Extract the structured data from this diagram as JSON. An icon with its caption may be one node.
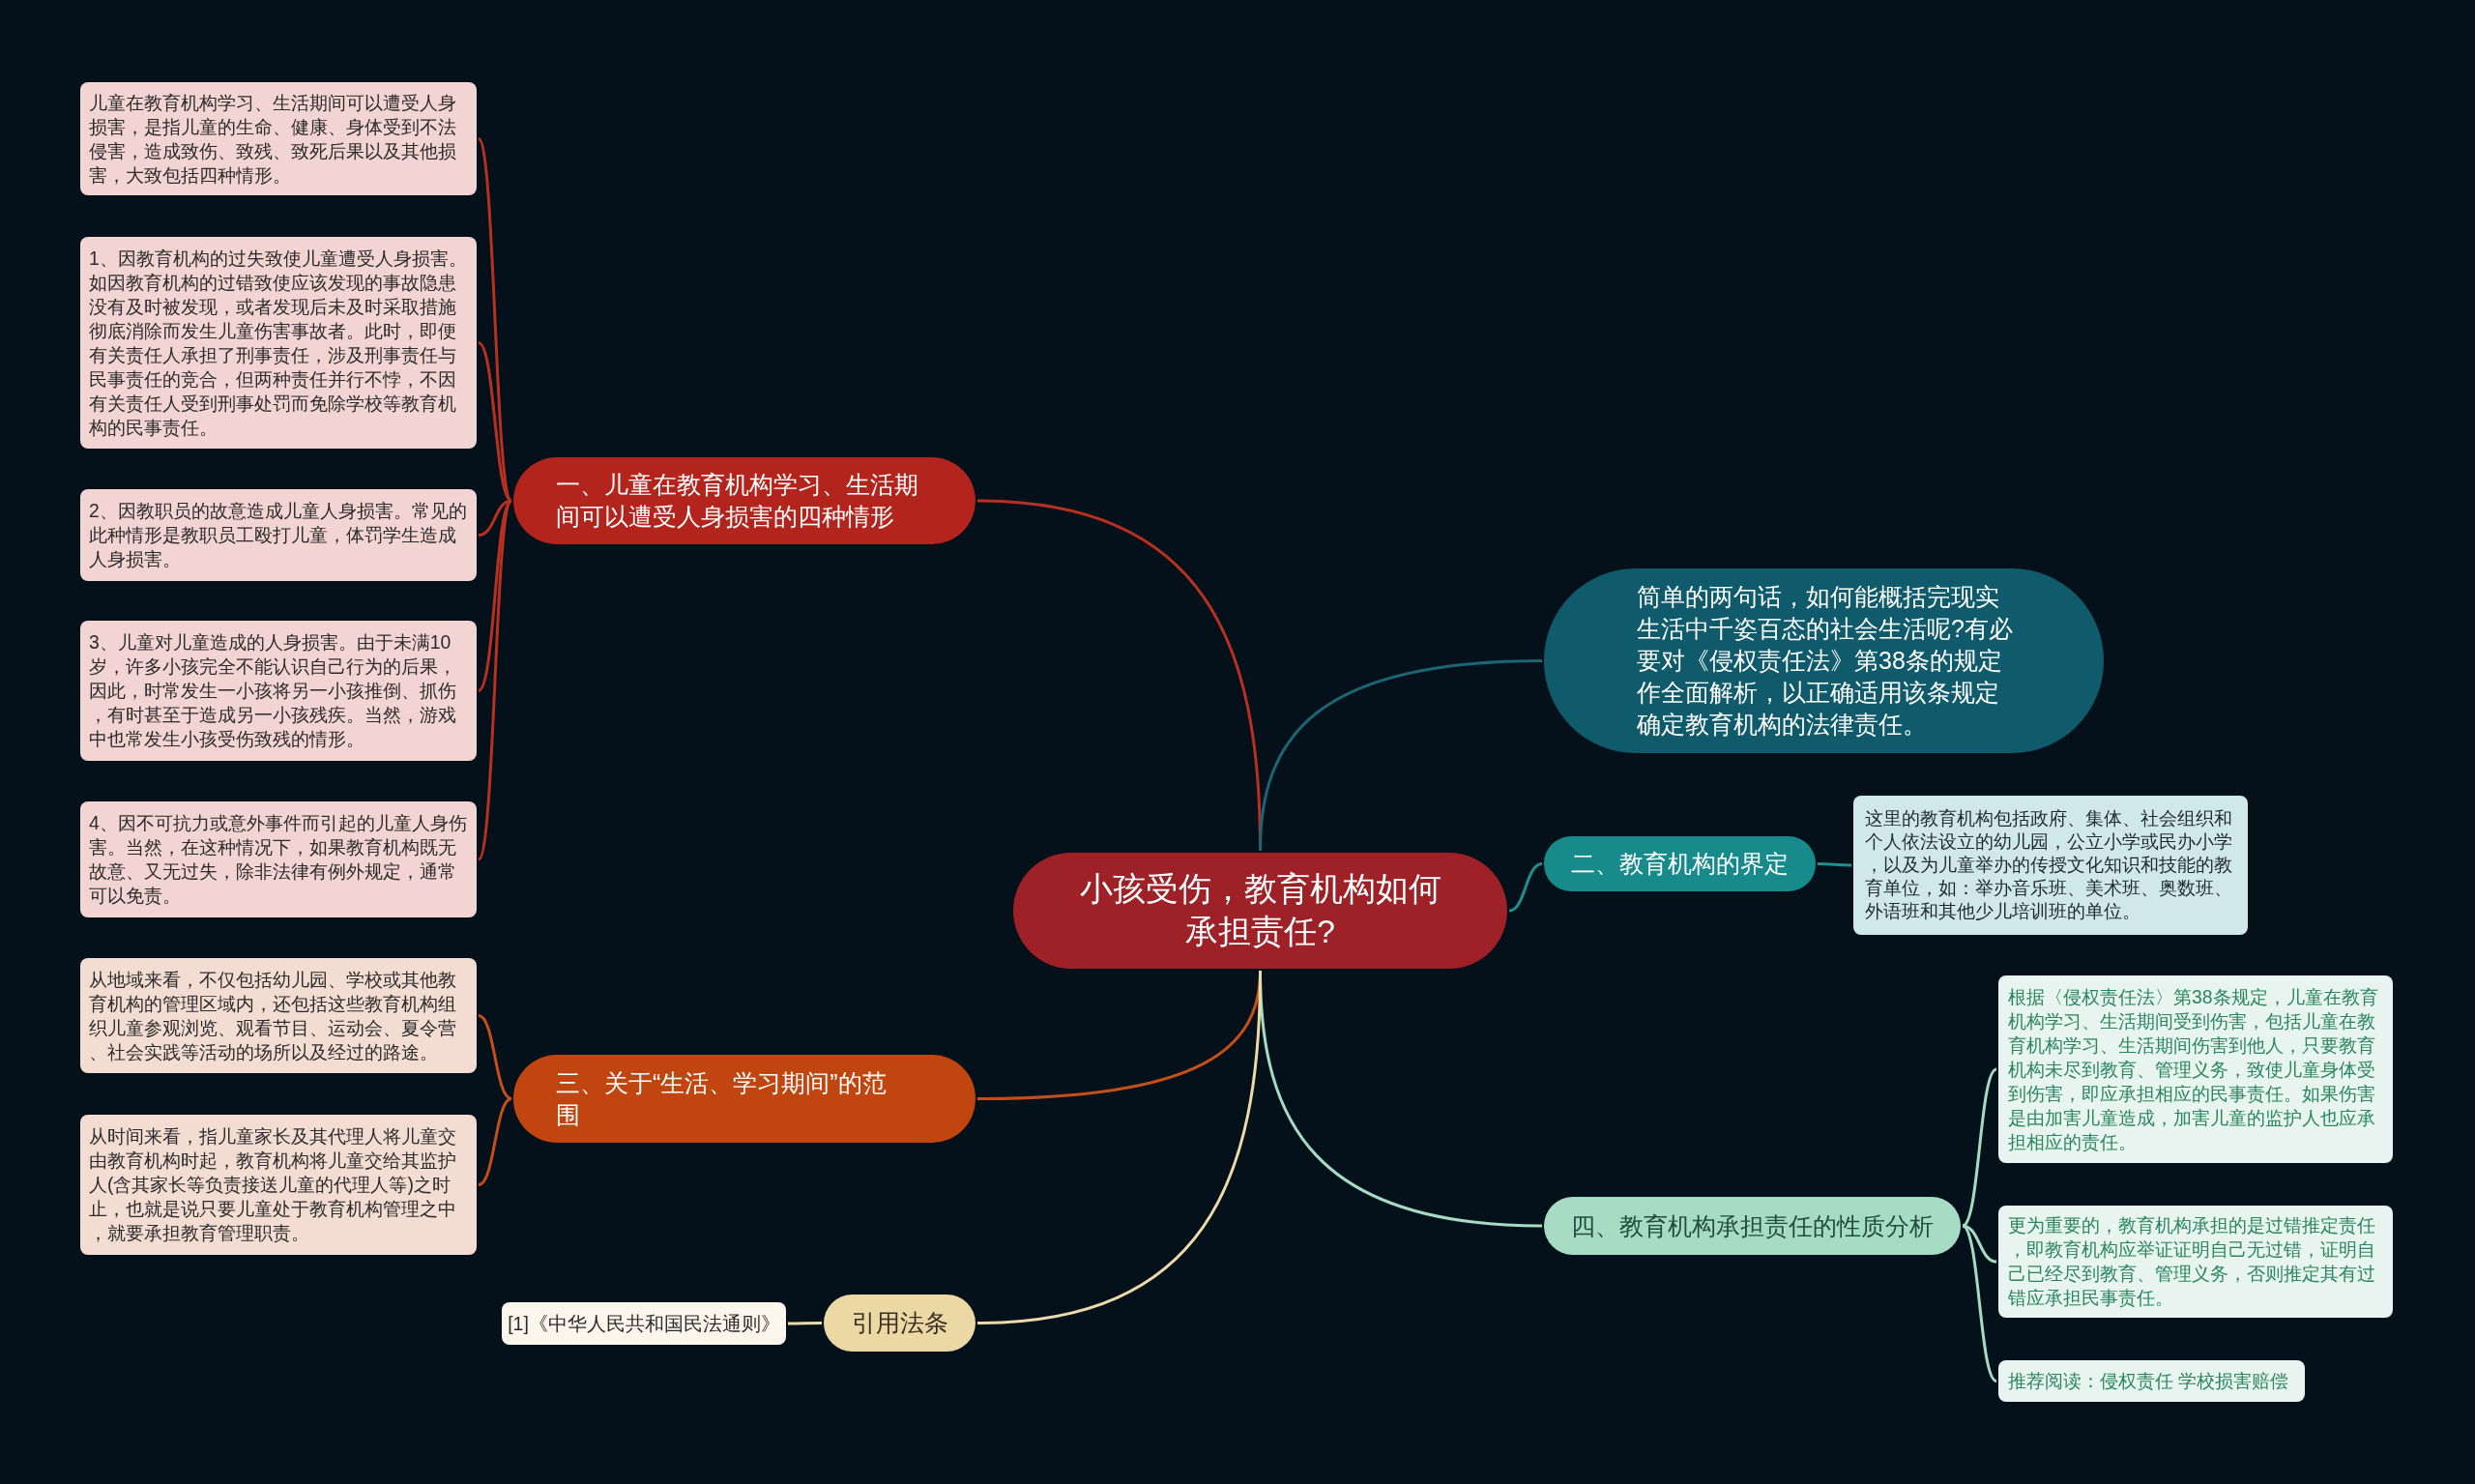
{
  "diagram": {
    "nodes": [
      {
        "text": [
          "小孩受伤，教育机构如何承担责任?"
        ]
      },
      {
        "text": [
          "一、儿童在教育机构学习、生活期间可以遭受人身损害的四种情形"
        ]
      },
      {
        "text": [
          "儿童在教育机构学习、生活期间可以遭受人身损害，是指儿童的生命、健康、身体受到不法侵害，造成致伤、致残、致死后果以及其他损害，大致包括四种情形。"
        ]
      },
      {
        "text": [
          "1、因教育机构的过失致使儿童遭受人身损害。如因教育机构的过错致使应该发现的事故隐患没有及时被发现，或者发现后未及时采取措施彻底消除而发生儿童伤害事故者。此时，即便有关责任人承担了刑事责任，涉及刑事责任与民事责任的竞合，但两种责任并行不悖，不因有关责任人受到刑事处罚而免除学校等教育机构的民事责任。"
        ]
      },
      {
        "text": [
          "2、因教职员的故意造成儿童人身损害。常见的此种情形是教职员工殴打儿童，体罚学生造成人身损害。"
        ]
      },
      {
        "text": [
          "3、儿童对儿童造成的人身损害。由于未满10岁，许多小孩完全不能认识自己行为的后果，因此，时常发生一小孩将另一小孩推倒、抓伤，有时甚至于造成另一小孩残疾。当然，游戏中也常发生小孩受伤致残的情形。"
        ]
      },
      {
        "text": [
          "4、因不可抗力或意外事件而引起的儿童人身伤害。当然，在这种情况下，如果教育机构既无故意、又无过失，除非法律有例外规定，通常可以免责。"
        ]
      },
      {
        "text": [
          "简单的两句话，如何能概括完现实生活中千姿百态的社会生活呢?有必要对《侵权责任法》第38条的规定作全面解析，以正确适用该条规定确定教育机构的法律责任。"
        ]
      },
      {
        "text": [
          "二、教育机构的界定"
        ]
      },
      {
        "text": [
          "这里的教育机构包括政府、集体、社会组织和个人依法设立的幼儿园，公立小学或民办小学，以及为儿童举办的传授文化知识和技能的教育单位，如：举办音乐班、美术班、奥数班、外语班和其他少儿培训班的单位。"
        ]
      },
      {
        "text": [
          "四、教育机构承担责任的性质分析"
        ]
      },
      {
        "text": [
          "根据〈侵权责任法〉第38条规定，儿童在教育机构学习、生活期间受到伤害，包括儿童在教育机构学习、生活期间伤害到他人，只要教育机构未尽到教育、管理义务，致使儿童身体受到伤害，即应承担相应的民事责任。如果伤害是由加害儿童造成，加害儿童的监护人也应承担相应的责任。"
        ]
      },
      {
        "text": [
          "更为重要的，教育机构承担的是过错推定责任，即教育机构应举证证明自己无过错，证明自己已经尽到教育、管理义务，否则推定其有过错应承担民事责任。"
        ]
      },
      {
        "text": [
          "推荐阅读：侵权责任 学校损害赔偿"
        ]
      },
      {
        "text": [
          "三、关于“生活、学习期间”的范围"
        ]
      },
      {
        "text": [
          "从地域来看，不仅包括幼儿园、学校或其他教育机构的管理区域内，还包括这些教育机构组织儿童参观浏览、观看节目、运动会、夏令营、社会实践等活动的场所以及经过的路途。"
        ]
      },
      {
        "text": [
          "从时间来看，指儿童家长及其代理人将儿童交由教育机构时起，教育机构将儿童交给其监护人(含其家长等负责接送儿童的代理人等)之时止，也就是说只要儿童处于教育机构管理之中，就要承担教育管理职责。"
        ]
      },
      {
        "text": [
          "引用法条"
        ]
      },
      {
        "text": [
          "[1]《中华人民共和国民法通则》"
        ]
      }
    ],
    "edges": [
      {
        "from": 0,
        "to": 1,
        "arrow": "none"
      },
      {
        "from": 1,
        "to": 2,
        "arrow": "none"
      },
      {
        "from": 1,
        "to": 3,
        "arrow": "none"
      },
      {
        "from": 1,
        "to": 4,
        "arrow": "none"
      },
      {
        "from": 1,
        "to": 5,
        "arrow": "none"
      },
      {
        "from": 1,
        "to": 6,
        "arrow": "none"
      },
      {
        "from": 0,
        "to": 7,
        "arrow": "none",
        "color": "#1b6575"
      },
      {
        "from": 0,
        "to": 8,
        "arrow": "none",
        "color": "#1f8f91"
      },
      {
        "from": 8,
        "to": 9,
        "arrow": "none",
        "color": "#1f8f91"
      },
      {
        "from": 0,
        "to": 10,
        "arrow": "none",
        "color": "#a7dcc4"
      },
      {
        "from": 10,
        "to": 11,
        "arrow": "none",
        "color": "#a7dcc4"
      },
      {
        "from": 10,
        "to": 12,
        "arrow": "none",
        "color": "#a7dcc4"
      },
      {
        "from": 10,
        "to": 13,
        "arrow": "none",
        "color": "#a7dcc4"
      },
      {
        "from": 0,
        "to": 14,
        "arrow": "none",
        "color": "#c64f19"
      },
      {
        "from": 14,
        "to": 15,
        "arrow": "none",
        "color": "#c64f19"
      },
      {
        "from": 14,
        "to": 16,
        "arrow": "none",
        "color": "#c64f19"
      },
      {
        "from": 0,
        "to": 17,
        "arrow": "none",
        "color": "#eddaa8"
      },
      {
        "from": 17,
        "to": 18,
        "arrow": "none",
        "color": "#eddaa8"
      }
    ]
  }
}
